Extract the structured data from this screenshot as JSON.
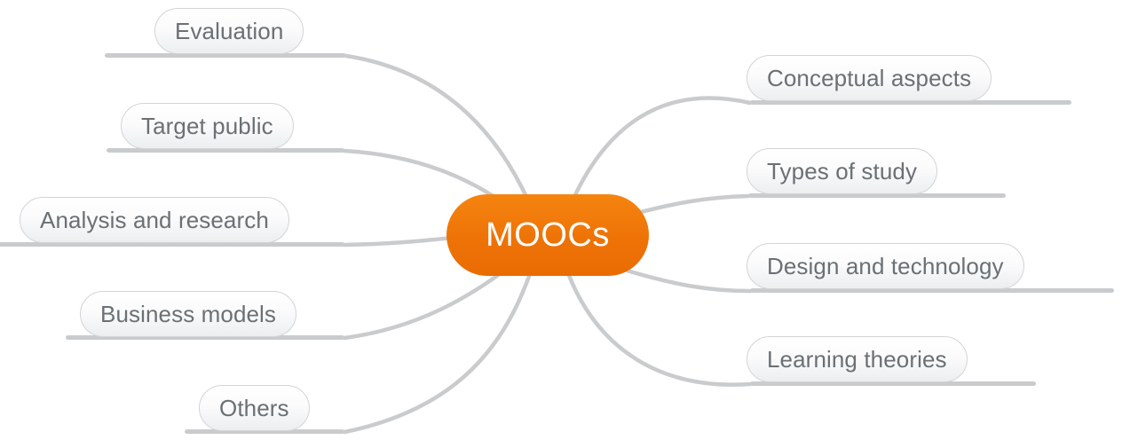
{
  "diagram": {
    "type": "mind-map",
    "title": "MOOCs",
    "center": {
      "label": "MOOCs",
      "color": "#ee7307",
      "text_color": "#ffffff"
    },
    "style": {
      "background": "#ffffff",
      "branch_fill": "#f3f4f6",
      "branch_border": "#d2d4d6",
      "branch_text_color": "#6b7074",
      "connector_color": "#c9cbcd"
    },
    "branches_left": [
      {
        "label": "Evaluation"
      },
      {
        "label": "Target public"
      },
      {
        "label": "Analysis and research"
      },
      {
        "label": "Business models"
      },
      {
        "label": "Others"
      }
    ],
    "branches_right": [
      {
        "label": "Conceptual aspects"
      },
      {
        "label": "Types of study"
      },
      {
        "label": "Design and technology"
      },
      {
        "label": "Learning theories"
      }
    ]
  }
}
